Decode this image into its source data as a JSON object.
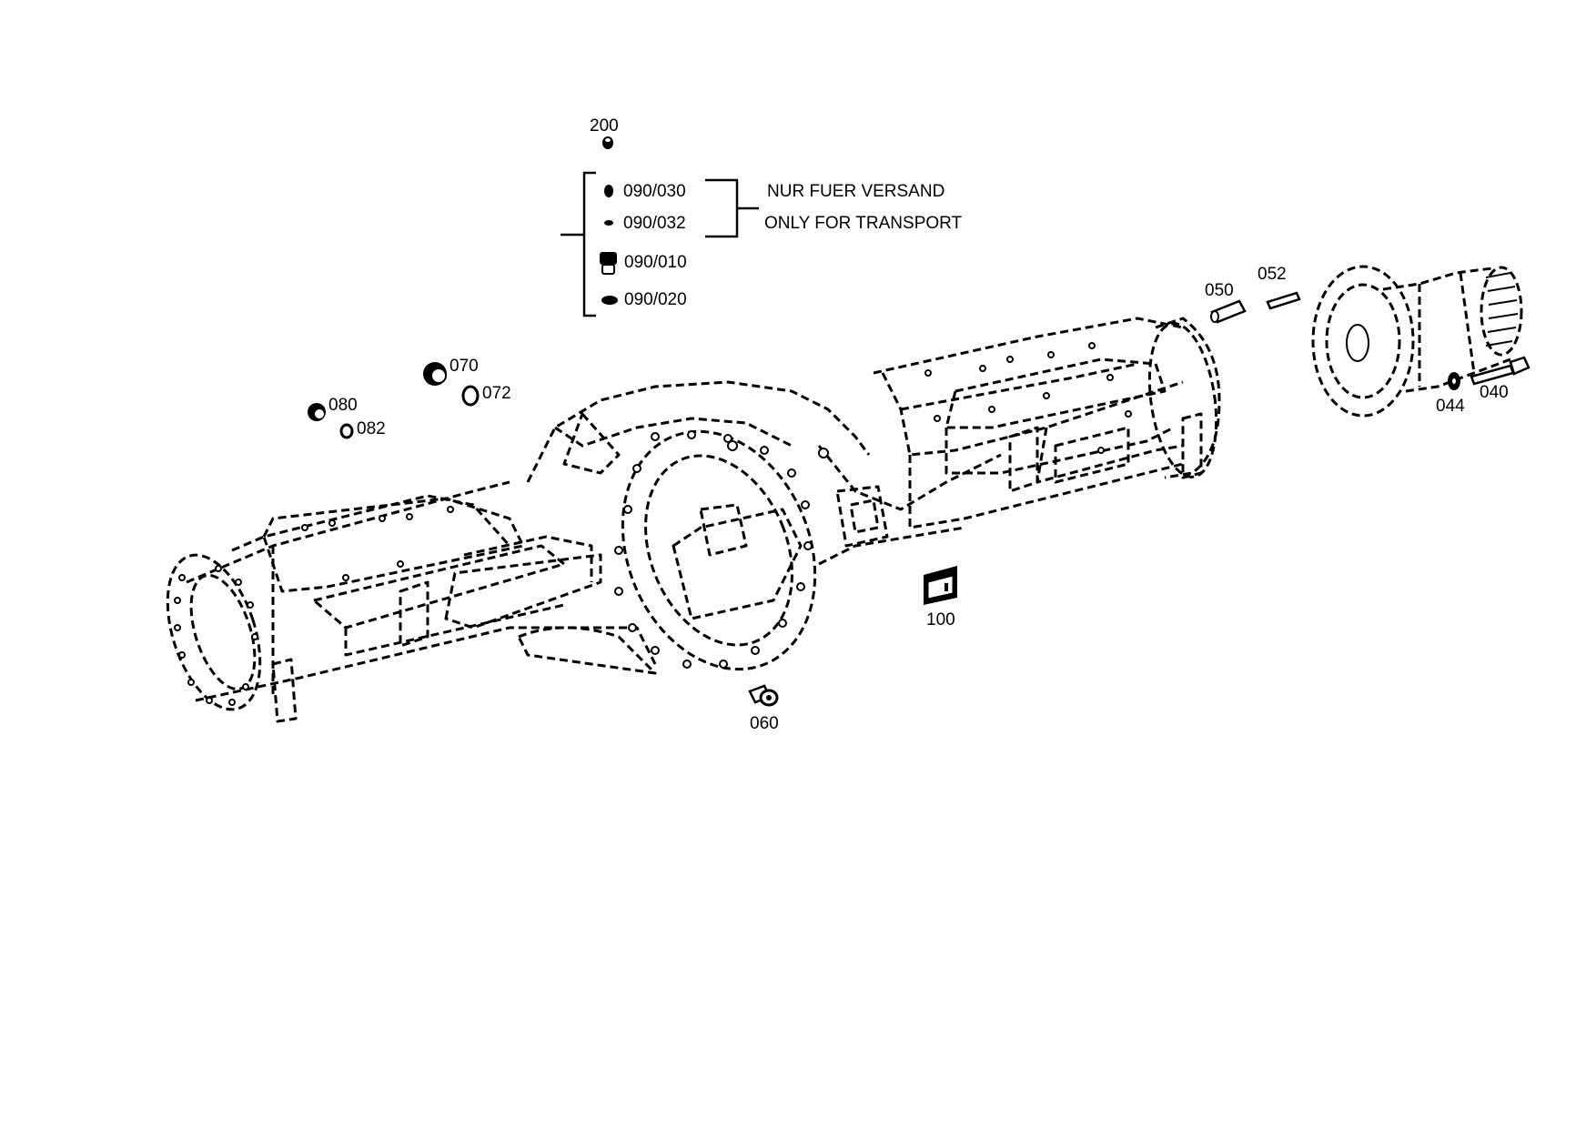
{
  "callouts": {
    "c200": "200",
    "c090_030": "090/030",
    "c090_032": "090/032",
    "c090_010": "090/010",
    "c090_020": "090/020",
    "c070": "070",
    "c072": "072",
    "c080": "080",
    "c082": "082",
    "c050": "050",
    "c052": "052",
    "c044": "044",
    "c040": "040",
    "c100": "100",
    "c060": "060"
  },
  "notes": {
    "de": "NUR FUER VERSAND",
    "en": "ONLY FOR TRANSPORT"
  },
  "colors": {
    "ink": "#000000",
    "background": "#ffffff"
  }
}
